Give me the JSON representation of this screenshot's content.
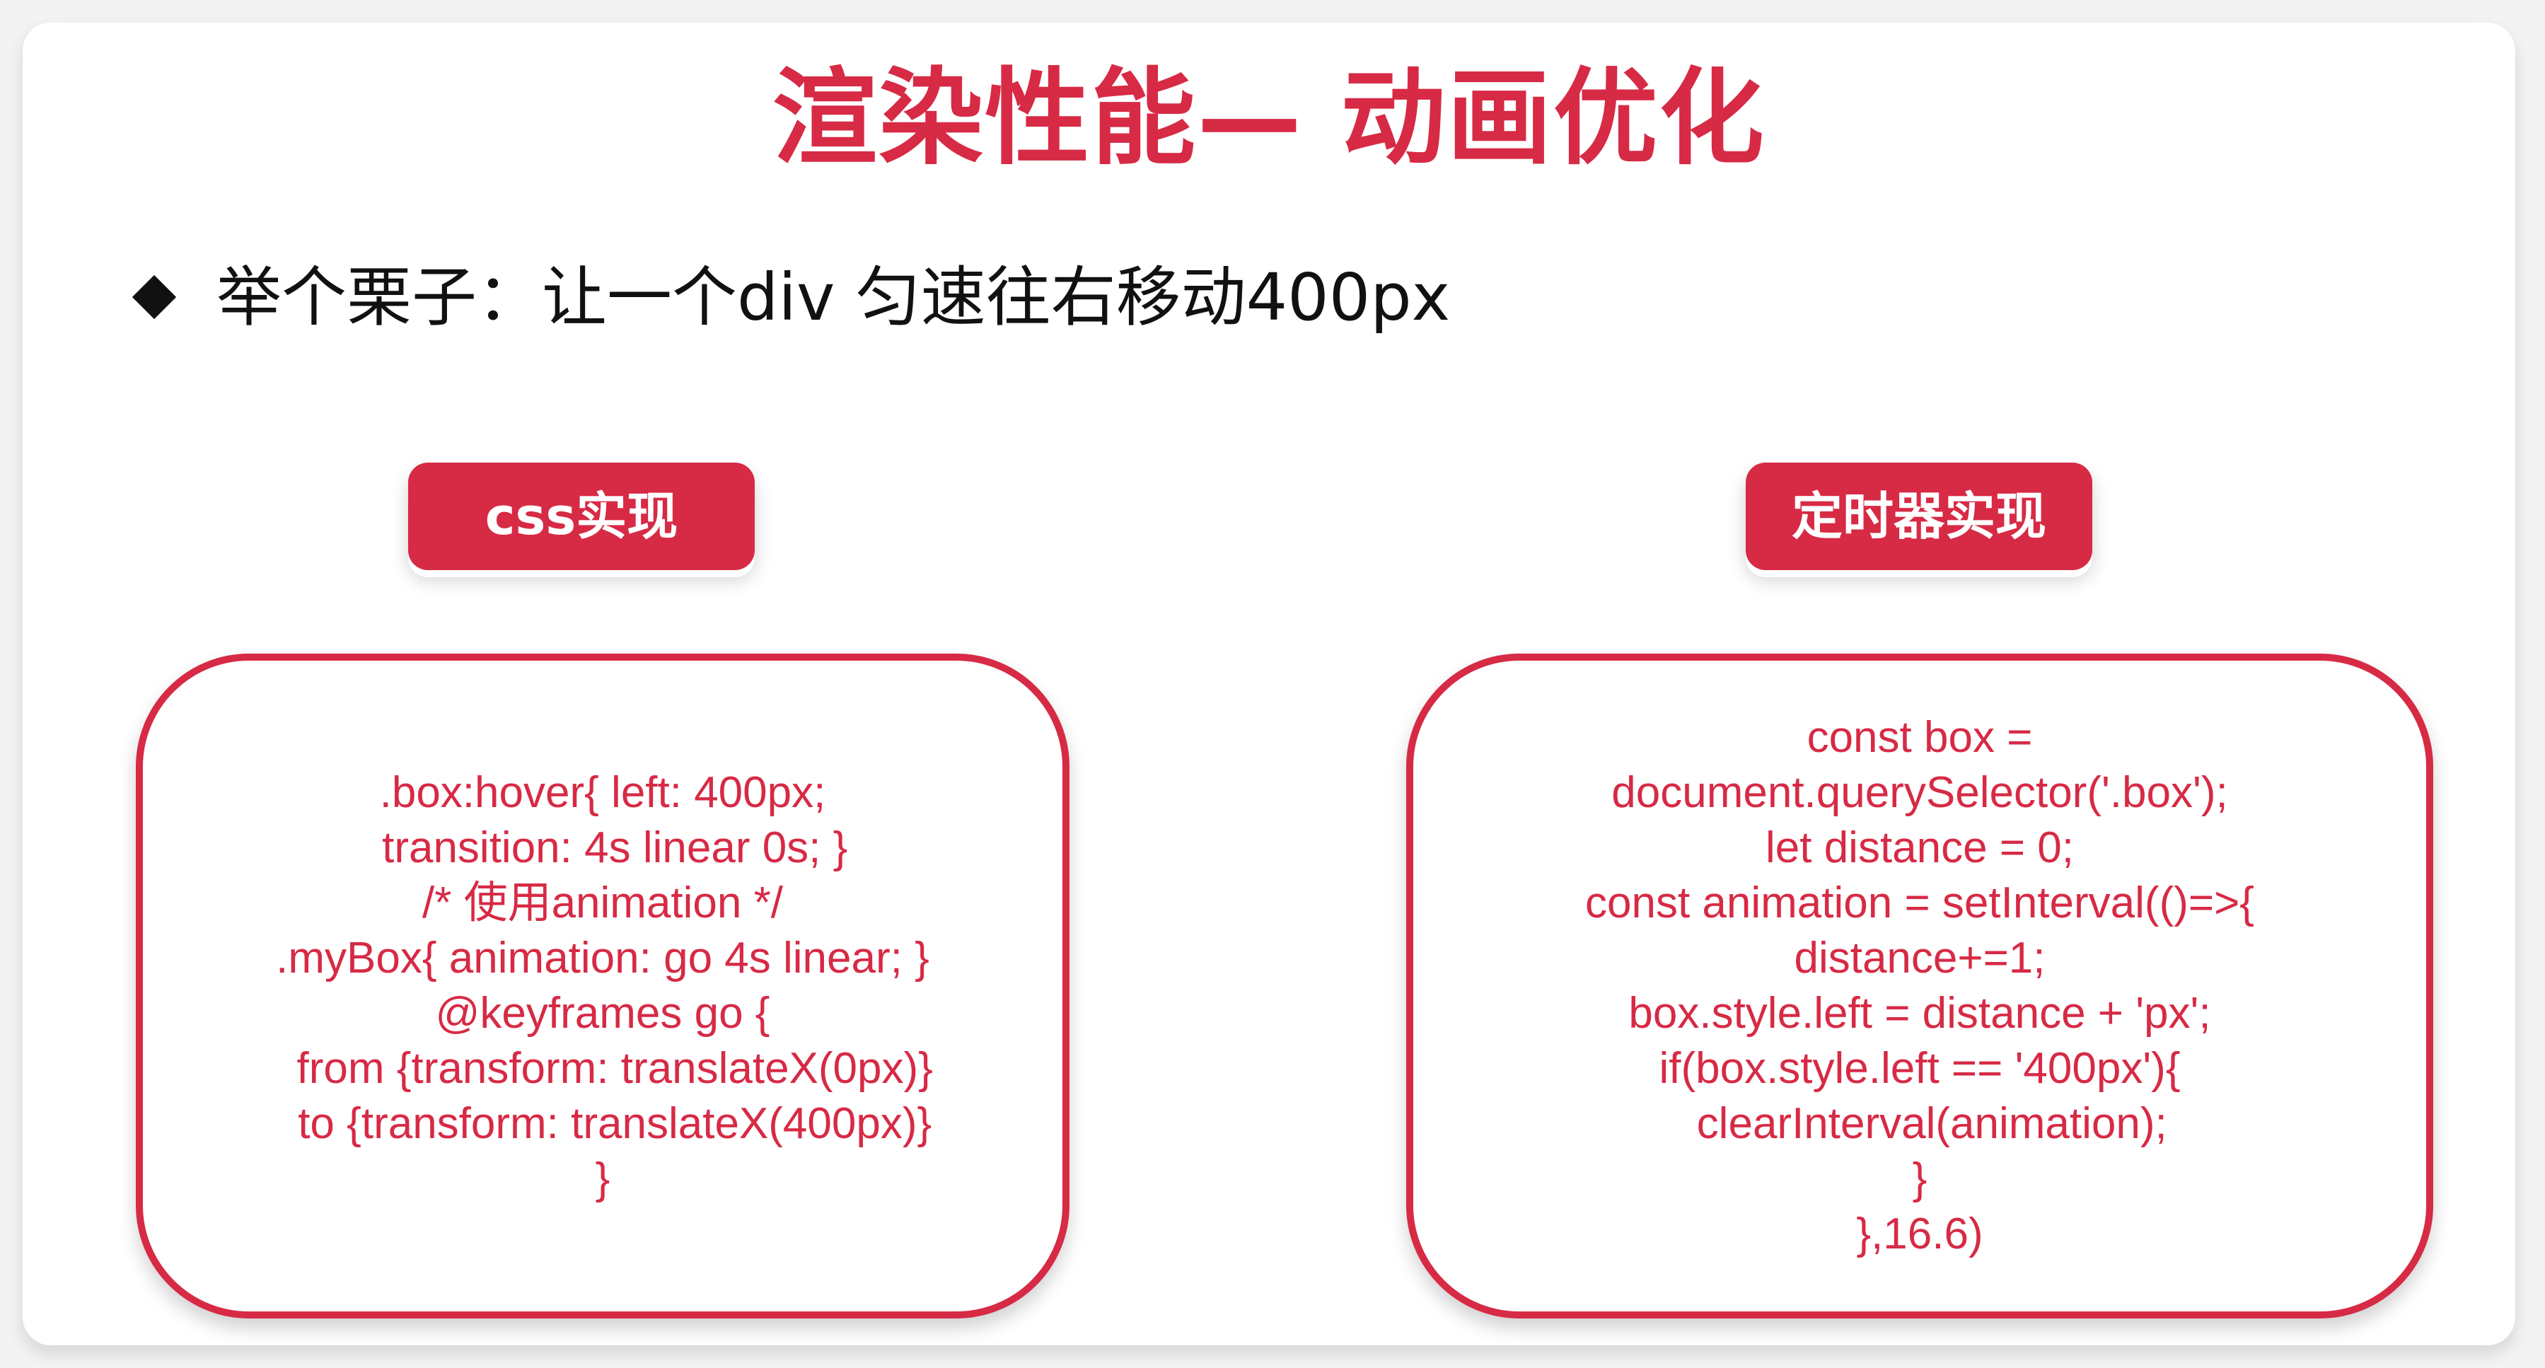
{
  "slide": {
    "title": "渲染性能— 动画优化",
    "subtitle": "举个栗子：让一个div 匀速往右移动400px",
    "left_button_label": "css实现",
    "right_button_label": "定时器实现",
    "left_code": ".box:hover{ left: 400px;\n  transition: 4s linear 0s; }\n/* 使用animation */\n.myBox{ animation: go 4s linear; }\n@keyframes go {\n  from {transform: translateX(0px)}\n  to {transform: translateX(400px)}\n}",
    "right_code": "const box =\ndocument.querySelector('.box');\nlet distance = 0;\nconst animation = setInterval(()=>{\ndistance+=1;\nbox.style.left = distance + 'px';\nif(box.style.left == '400px'){\n  clearInterval(animation);\n}\n},16.6)",
    "colors": {
      "accent": "#d72a45",
      "text": "#111111",
      "background": "#ffffff"
    },
    "icons": {
      "bullet": "diamond-bullet-icon"
    }
  }
}
